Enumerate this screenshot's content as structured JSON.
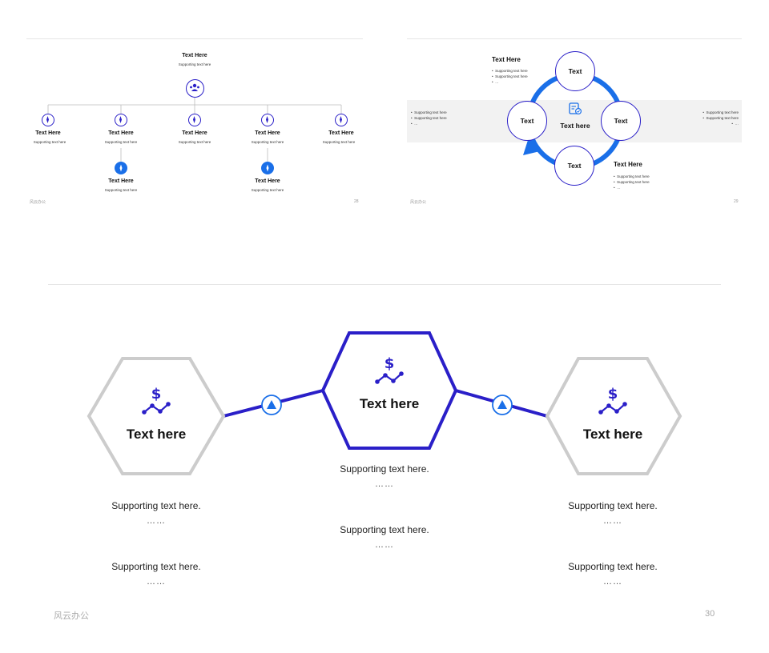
{
  "slide1": {
    "top": {
      "title": "Text Here",
      "subtitle": "Supporting text here"
    },
    "nodes": [
      {
        "title": "Text Here",
        "subtitle": "Supporting text here"
      },
      {
        "title": "Text Here",
        "subtitle": "Supporting text here"
      },
      {
        "title": "Text Here",
        "subtitle": "Supporting text here"
      },
      {
        "title": "Text Here",
        "subtitle": "Supporting text here"
      },
      {
        "title": "Text Here",
        "subtitle": "Supporting text here"
      }
    ],
    "subnodes": [
      {
        "title": "Text Here",
        "subtitle": "Supporting text here"
      },
      {
        "title": "Text Here",
        "subtitle": "Supporting text here"
      }
    ],
    "footer_left": "风云办公",
    "footer_right": "28"
  },
  "slide2": {
    "top_left": {
      "title": "Text Here",
      "bullets": [
        "Supporting text here",
        "Supporting text here",
        "…"
      ]
    },
    "bottom_right": {
      "title": "Text Here",
      "bullets": [
        "Supporting text here",
        "Supporting text here",
        "…"
      ]
    },
    "left_band": [
      "Supporting text here",
      "Supporting text here",
      "…"
    ],
    "right_band": [
      "Supporting text here",
      "Supporting text here",
      "…"
    ],
    "nodes": {
      "top": "Text",
      "left": "Text",
      "right": "Text",
      "bottom": "Text"
    },
    "center": "Text here",
    "footer_left": "风云办公",
    "footer_right": "29"
  },
  "slide3": {
    "hexes": [
      {
        "title": "Text here",
        "icon": "dollar-chart-icon"
      },
      {
        "title": "Text here",
        "icon": "dollar-chart-icon"
      },
      {
        "title": "Text here",
        "icon": "dollar-chart-icon"
      }
    ],
    "left_texts": [
      {
        "text": "Supporting text here.",
        "dots": "……"
      },
      {
        "text": "Supporting text here.",
        "dots": "……"
      }
    ],
    "center_texts": [
      {
        "text": "Supporting text here.",
        "dots": "……"
      },
      {
        "text": "Supporting text here.",
        "dots": "……"
      }
    ],
    "right_texts": [
      {
        "text": "Supporting text here.",
        "dots": "……"
      },
      {
        "text": "Supporting text here.",
        "dots": "……"
      }
    ],
    "footer_left": "风云办公",
    "footer_right": "30"
  },
  "colors": {
    "primary": "#2a1fc8",
    "accent": "#1a6fe8",
    "gray_hex": "#cccccc"
  }
}
